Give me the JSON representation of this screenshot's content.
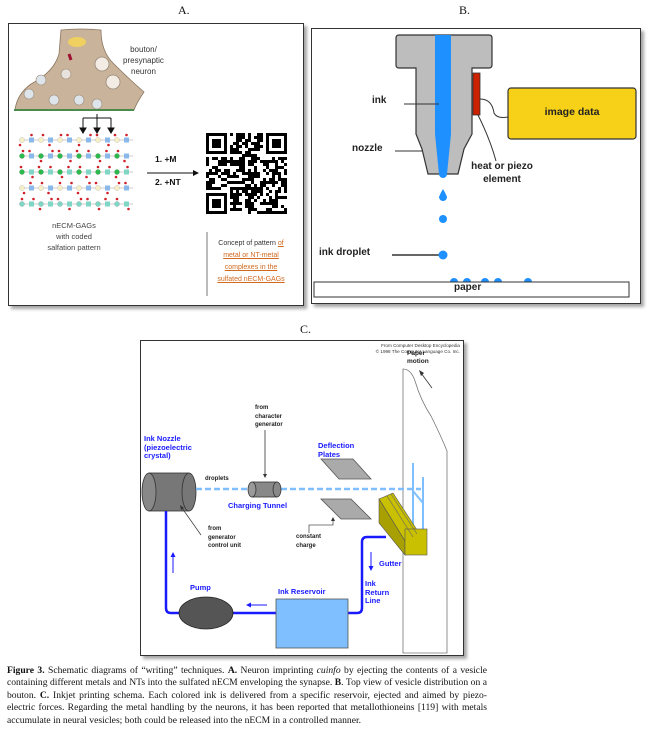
{
  "figure": {
    "panel_labels": {
      "a": "A.",
      "b": "B.",
      "c": "C."
    },
    "panel_a": {
      "neuron_label_line1": "bouton/",
      "neuron_label_line2": "presynaptic",
      "neuron_label_line3": "neuron",
      "step1": "1. +M",
      "step2": "2. +NT",
      "gag_label_line1": "nECM-GAGs",
      "gag_label_line2": "with coded",
      "gag_label_line3": "salfation pattern",
      "concept_line1_plain": "Concept of pattern ",
      "concept_line1_link": "of",
      "concept_line2": "metal or NT-metal",
      "concept_line3": "complexes in the",
      "concept_line4_a": "sulf",
      "concept_line4_b": "ated nECM-GAGs"
    },
    "panel_b": {
      "ink": "ink",
      "nozzle": "nozzle",
      "image_data": "image data",
      "heat_line1": "heat or piezo",
      "heat_line2": "element",
      "ink_droplet": "ink droplet",
      "paper": "paper"
    },
    "panel_c": {
      "credit_line1": "From Computer Desktop Encyclopedia",
      "credit_line2": "© 1998 The Computer Language Co. Inc.",
      "paper_motion_line1": "Paper",
      "paper_motion_line2": "motion",
      "from_char_line1": "from",
      "from_char_line2": "character",
      "from_char_line3": "generator",
      "ink_nozzle_line1": "Ink Nozzle",
      "ink_nozzle_line2": "(piezoelectric",
      "ink_nozzle_line3": "crystal)",
      "deflection_line1": "Deflection",
      "deflection_line2": "Plates",
      "droplets": "droplets",
      "charging_tunnel": "Charging Tunnel",
      "from_gen_line1": "from",
      "from_gen_line2": "generator",
      "from_gen_line3": "control unit",
      "constant_line1": "constant",
      "constant_line2": "charge",
      "gutter": "Gutter",
      "pump": "Pump",
      "ink_reservoir": "Ink Reservoir",
      "return_line1": "Ink",
      "return_line2": "Return",
      "return_line3": "Line"
    },
    "caption": {
      "fig_label": "Figure 3.",
      "t1": " Schematic diagrams of “writing” techniques. ",
      "a_label": "A.",
      "t2": " Neuron imprinting ",
      "cuinfo": "cuinfo",
      "t3": " by ejecting the contents of a vesicle containing different metals and NTs into the sulfated nECM enveloping the synapse. ",
      "b_label": "B",
      "t4": ". Top view of vesicle distribution on a bouton. ",
      "c_label": "C.",
      "t5": " Inkjet printing schema. Each colored ink is delivered from a specific reservoir, ejected and aimed by piezo-electric forces. Regarding the metal handling by the neurons, it has been reported that metallothioneins [119] with metals accumulate in neural vesicles; both could be released into the nECM in a controlled manner."
    },
    "colors": {
      "ink_blue": "#1e90ff",
      "nozzle_gray": "#bdbdbd",
      "piezo_red": "#cc2200",
      "image_data_yellow": "#f7d117",
      "label_blue": "#1a1aff",
      "reservoir_blue": "#80bfff",
      "gutter_olive": "#c8c000",
      "link_orange": "#d2691e",
      "neuron_tan": "#c9b39a"
    }
  }
}
